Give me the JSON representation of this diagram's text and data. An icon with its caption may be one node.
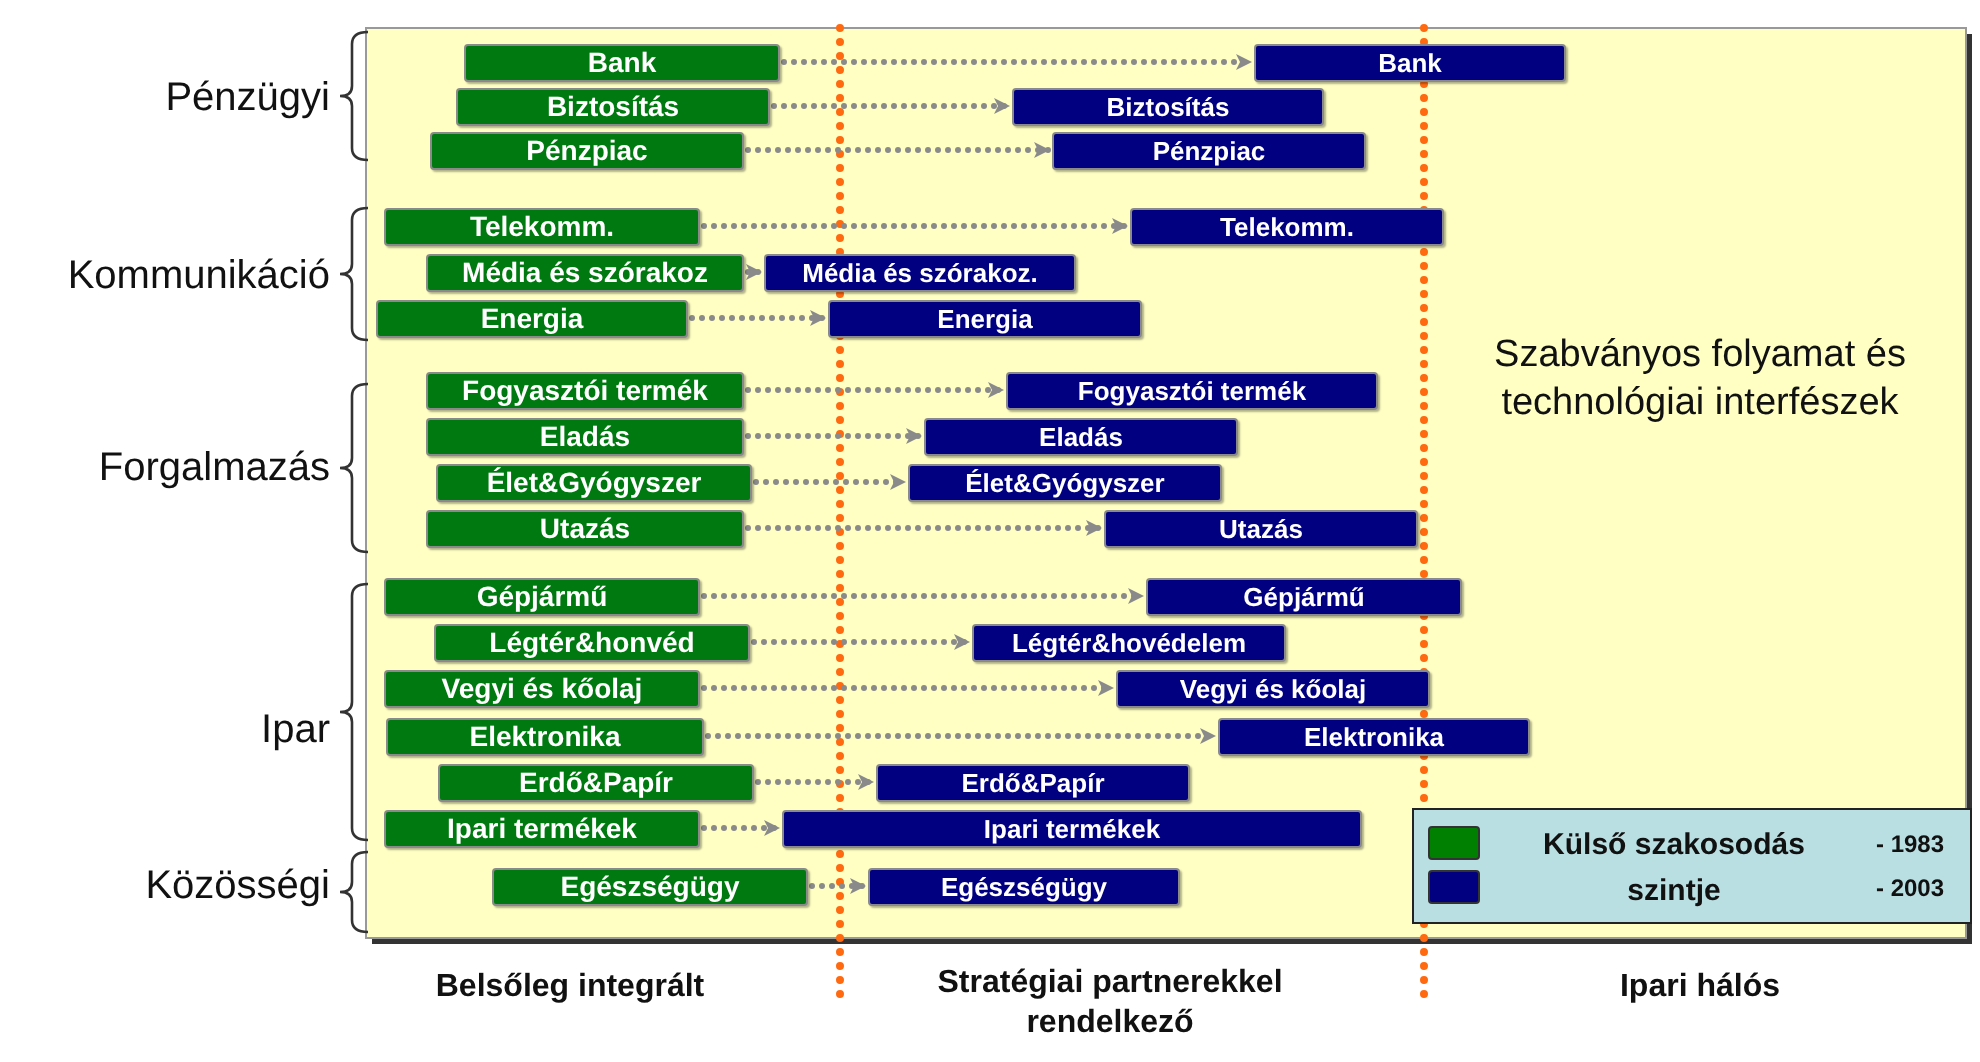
{
  "diagram": {
    "nodes": [
      {
        "text": [
          "Bank"
        ]
      },
      {
        "text": [
          "Bank"
        ]
      },
      {
        "text": [
          "Biztosítás"
        ]
      },
      {
        "text": [
          "Biztosítás"
        ]
      },
      {
        "text": [
          "Pénzpiac"
        ]
      },
      {
        "text": [
          "Pénzpiac"
        ]
      },
      {
        "text": [
          "Telekomm."
        ]
      },
      {
        "text": [
          "Telekomm."
        ]
      },
      {
        "text": [
          "Média és szórakoz"
        ]
      },
      {
        "text": [
          "Média és szórakoz."
        ]
      },
      {
        "text": [
          "Energia"
        ]
      },
      {
        "text": [
          "Energia"
        ]
      },
      {
        "text": [
          "Fogyasztói termék"
        ]
      },
      {
        "text": [
          "Fogyasztói termék"
        ]
      },
      {
        "text": [
          "Eladás"
        ]
      },
      {
        "text": [
          "Eladás"
        ]
      },
      {
        "text": [
          "Élet&Gyógyszer"
        ]
      },
      {
        "text": [
          "Élet&Gyógyszer"
        ]
      },
      {
        "text": [
          "Utazás"
        ]
      },
      {
        "text": [
          "Utazás"
        ]
      },
      {
        "text": [
          "Gépjármű"
        ]
      },
      {
        "text": [
          "Gépjármű"
        ]
      },
      {
        "text": [
          "Légtér&honvéd"
        ]
      },
      {
        "text": [
          "Légtér&hovédelem"
        ]
      },
      {
        "text": [
          "Vegyi és kőolaj"
        ]
      },
      {
        "text": [
          "Vegyi és kőolaj"
        ]
      },
      {
        "text": [
          "Elektronika"
        ]
      },
      {
        "text": [
          "Elektronika"
        ]
      },
      {
        "text": [
          "Erdő&Papír"
        ]
      },
      {
        "text": [
          "Erdő&Papír"
        ]
      },
      {
        "text": [
          "Ipari termékek"
        ]
      },
      {
        "text": [
          "Ipari termékek"
        ]
      },
      {
        "text": [
          "Egészségügy"
        ]
      },
      {
        "text": [
          "Egészségügy"
        ]
      }
    ],
    "edges": [
      {
        "from": 0,
        "to": 1,
        "arrow": "to"
      },
      {
        "from": 2,
        "to": 3,
        "arrow": "to"
      },
      {
        "from": 4,
        "to": 5,
        "arrow": "to"
      },
      {
        "from": 6,
        "to": 7,
        "arrow": "to"
      },
      {
        "from": 8,
        "to": 9,
        "arrow": "to"
      },
      {
        "from": 10,
        "to": 11,
        "arrow": "to"
      },
      {
        "from": 12,
        "to": 13,
        "arrow": "to"
      },
      {
        "from": 14,
        "to": 15,
        "arrow": "to"
      },
      {
        "from": 16,
        "to": 17,
        "arrow": "to"
      },
      {
        "from": 18,
        "to": 19,
        "arrow": "to"
      },
      {
        "from": 20,
        "to": 21,
        "arrow": "to"
      },
      {
        "from": 22,
        "to": 23,
        "arrow": "to"
      },
      {
        "from": 24,
        "to": 25,
        "arrow": "to"
      },
      {
        "from": 26,
        "to": 27,
        "arrow": "to"
      },
      {
        "from": 28,
        "to": 29,
        "arrow": "to"
      },
      {
        "from": 30,
        "to": 31,
        "arrow": "to"
      },
      {
        "from": 32,
        "to": 33,
        "arrow": "to"
      }
    ],
    "labels": [
      "Pénzügyi",
      "Kommunikáció",
      "Forgalmazás",
      "Ipar",
      "Közösségi",
      "Szabványos folyamat és technológiai interfészek",
      "Külső szakosodás szintje",
      "Belsőleg integrált",
      "Stratégiai partnerekkel rendelkező",
      "Ipari hálós"
    ],
    "legend": [
      {
        "text": "- 1983",
        "color": "#008000"
      },
      {
        "text": "- 2003",
        "color": "#000080"
      }
    ]
  }
}
